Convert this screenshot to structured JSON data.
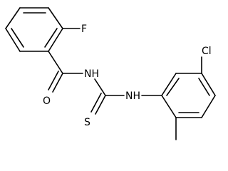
{
  "molecule": {
    "atoms": {
      "fluorine": "F",
      "carbonyl_oxygen": "O",
      "amide_nh": "NH",
      "thio_nh": "NH",
      "sulfur": "S",
      "chlorine": "Cl"
    }
  }
}
